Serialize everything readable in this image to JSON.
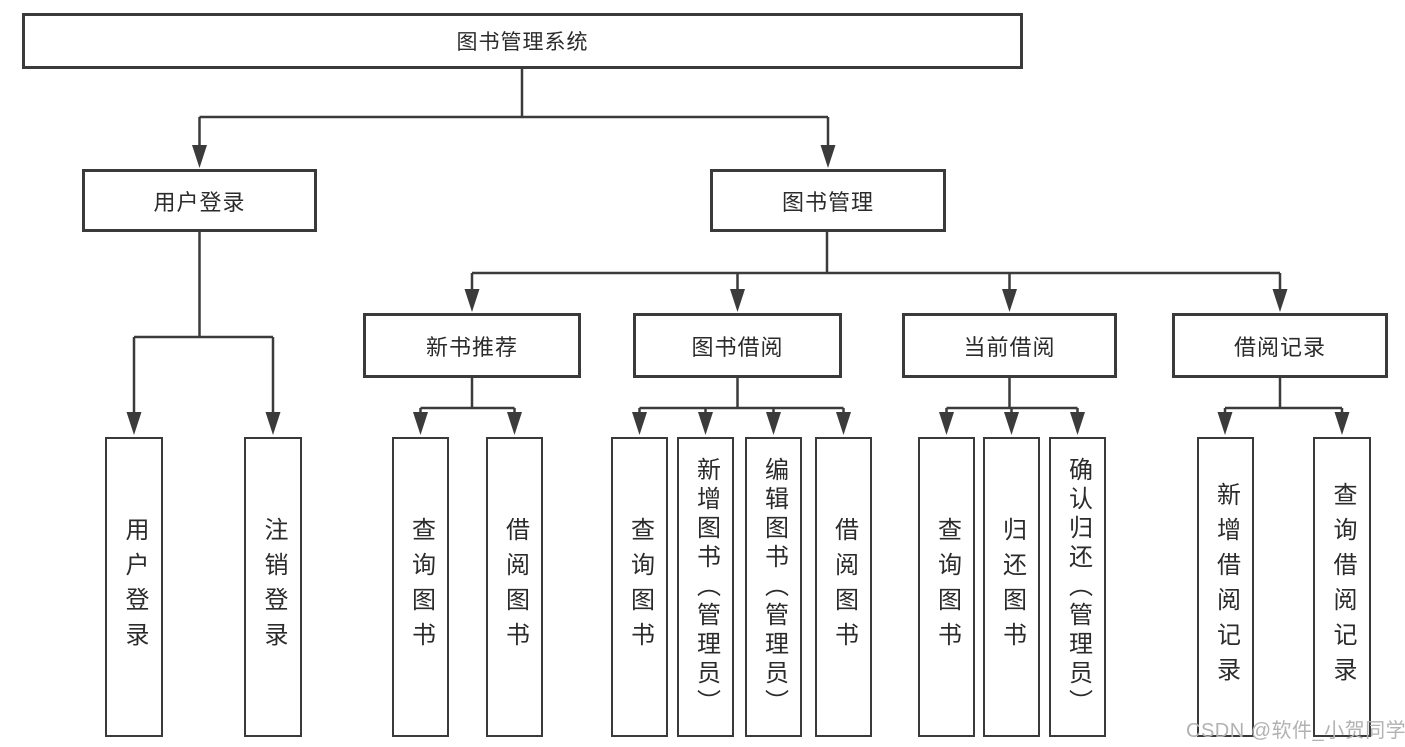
{
  "diagram": {
    "root": {
      "label": "图书管理系统"
    },
    "level2": [
      {
        "label": "用户登录"
      },
      {
        "label": "图书管理"
      }
    ],
    "level3": [
      {
        "label": "新书推荐"
      },
      {
        "label": "图书借阅"
      },
      {
        "label": "当前借阅"
      },
      {
        "label": "借阅记录"
      }
    ],
    "leaves": {
      "user_login": [
        "用户登录",
        "注销登录"
      ],
      "new_book_recommend": [
        "查询图书",
        "借阅图书"
      ],
      "book_borrowing": [
        "查询图书",
        "新增图书（管理员）",
        "编辑图书（管理员）",
        "借阅图书"
      ],
      "current_borrowing": [
        "查询图书",
        "归还图书",
        "确认归还（管理员）"
      ],
      "borrowing_records": [
        "新增借阅记录",
        "查询借阅记录"
      ]
    }
  },
  "watermark": "CSDN @软件_小贺同学",
  "colors": {
    "line": "#3b3b3b",
    "box_border": "#3a3a3a",
    "box_fill": "#ffffff",
    "text": "#2b2b2b",
    "watermark": "#b2b2b2",
    "background": "#ffffff"
  }
}
